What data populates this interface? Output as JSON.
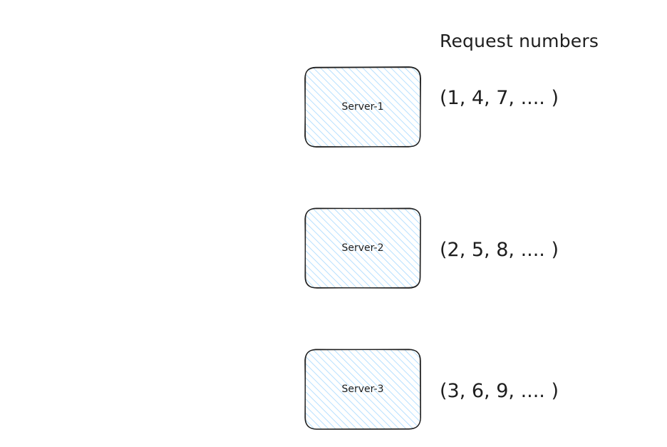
{
  "diagram": {
    "header": "Request numbers",
    "colors": {
      "fill_hatch": "#a5d8ff",
      "stroke": "#1e1e1e",
      "background": "#ffffff"
    },
    "servers": [
      {
        "label": "Server-1",
        "requests": "(1, 4, 7, .... )"
      },
      {
        "label": "Server-2",
        "requests": "(2, 5, 8, .... )"
      },
      {
        "label": "Server-3",
        "requests": "(3, 6, 9, .... )"
      }
    ]
  }
}
